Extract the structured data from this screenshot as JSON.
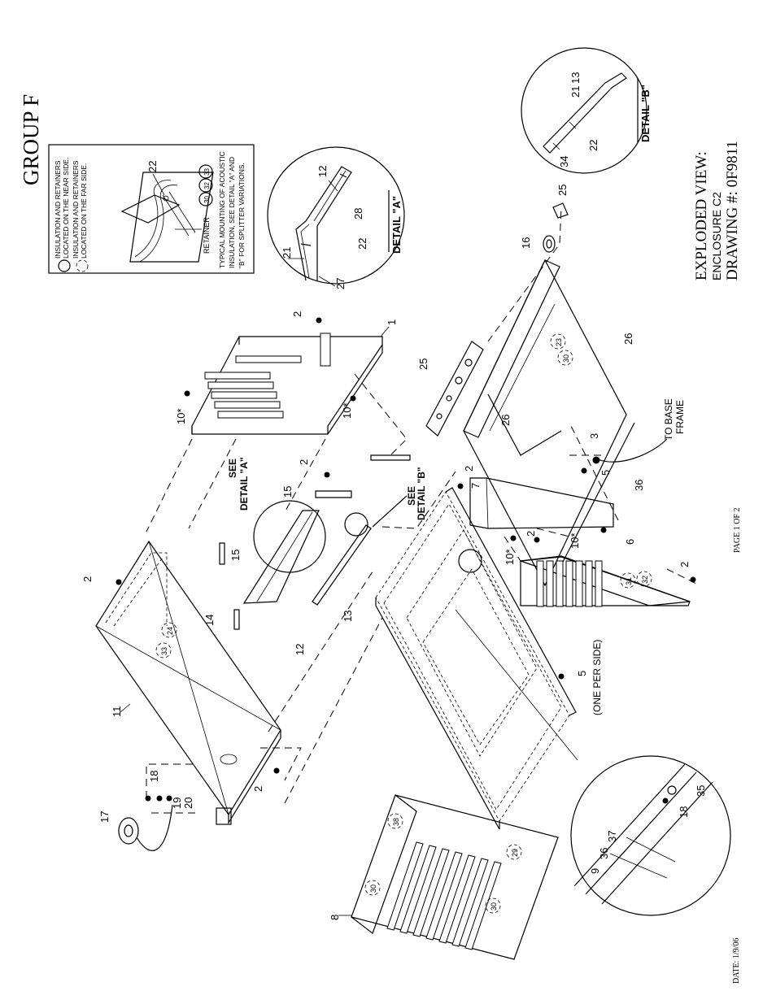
{
  "sheet": {
    "group_title": "GROUP F",
    "view_title": "EXPLODED VIEW:",
    "enclosure": "ENCLOSURE C2",
    "drawing_number": "DRAWING #: 0F9811",
    "page": "PAGE 1 OF 2",
    "date": "DATE:  1/9/06"
  },
  "legend": {
    "near_side": [
      "INSULATION AND RETAINERS",
      "LOCATED ON THE NEAR SIDE."
    ],
    "far_side": [
      "INSULATION AND RETAINERS",
      "LOCATED ON THE FAR SIDE."
    ],
    "retainer_label": "RETAINER",
    "retainer_numbers": [
      "30",
      "32",
      "33"
    ],
    "callout_22": "22",
    "note": [
      "TYPICAL MOUNTING OF ACOUSTIC",
      "INSULATION, SEE DETAIL \"A\" AND",
      "\"B\" FOR SPLITTER VARIATIONS."
    ]
  },
  "detail_a": {
    "title": "DETAIL \"A\"",
    "callouts": [
      "12",
      "28",
      "22",
      "21",
      "27"
    ]
  },
  "detail_b": {
    "title": "DETAIL \"B\"",
    "callouts": [
      "21",
      "13",
      "22",
      "34"
    ]
  },
  "detail_c": {
    "callouts": [
      "9",
      "36",
      "37",
      "18",
      "35"
    ]
  },
  "annotations": {
    "see_detail_a": [
      "SEE",
      "DETAIL \"A\""
    ],
    "see_detail_b": [
      "SEE",
      "DETAIL \"B\""
    ],
    "one_per_side": "(ONE PER SIDE)",
    "to_base_frame": [
      "TO BASE",
      "FRAME"
    ]
  },
  "callouts": {
    "c1": "1",
    "c2a": "2",
    "c2b": "2",
    "c2c": "2",
    "c2d": "2",
    "c2e": "2",
    "c2f": "2",
    "c2g": "2",
    "c3": "3",
    "c5a": "5",
    "c5b": "5",
    "c6": "6",
    "c7": "7",
    "c8": "8",
    "c10a": "10*",
    "c10b": "10*",
    "c10c": "10*",
    "c10d": "10*",
    "c11": "11",
    "c12": "12",
    "c13": "13",
    "c14": "14",
    "c15a": "15",
    "c15b": "15",
    "c16": "16",
    "c17": "17",
    "c18": "18",
    "c19": "19",
    "c20": "20",
    "c25a": "25",
    "c25b": "25",
    "c26a": "26",
    "c26b": "26",
    "c36": "36"
  },
  "insulation_marks": {
    "i24": "24",
    "i33": "33",
    "i30a": "30",
    "i23": "23",
    "i31": "31",
    "i32": "32",
    "i38": "38",
    "i30b": "30",
    "i29": "29",
    "i30c": "30"
  }
}
